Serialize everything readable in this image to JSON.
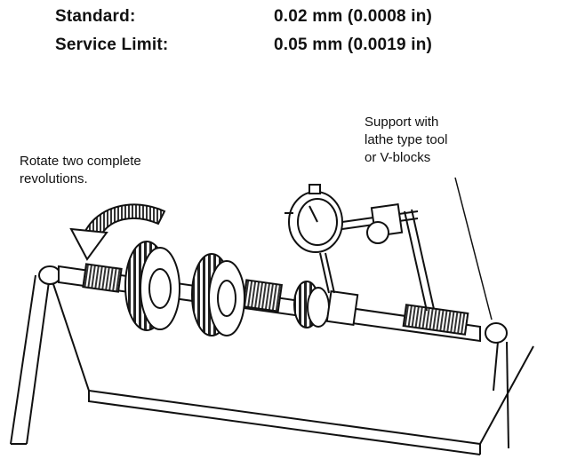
{
  "specs": {
    "standard_label": "Standard:",
    "standard_value": "0.02 mm (0.0008 in)",
    "service_label": "Service Limit:",
    "service_value": "0.05 mm (0.0019 in)"
  },
  "callouts": {
    "rotate": [
      "Rotate two complete",
      "revolutions."
    ],
    "support": [
      "Support with",
      "lathe type tool",
      "or V-blocks"
    ]
  }
}
